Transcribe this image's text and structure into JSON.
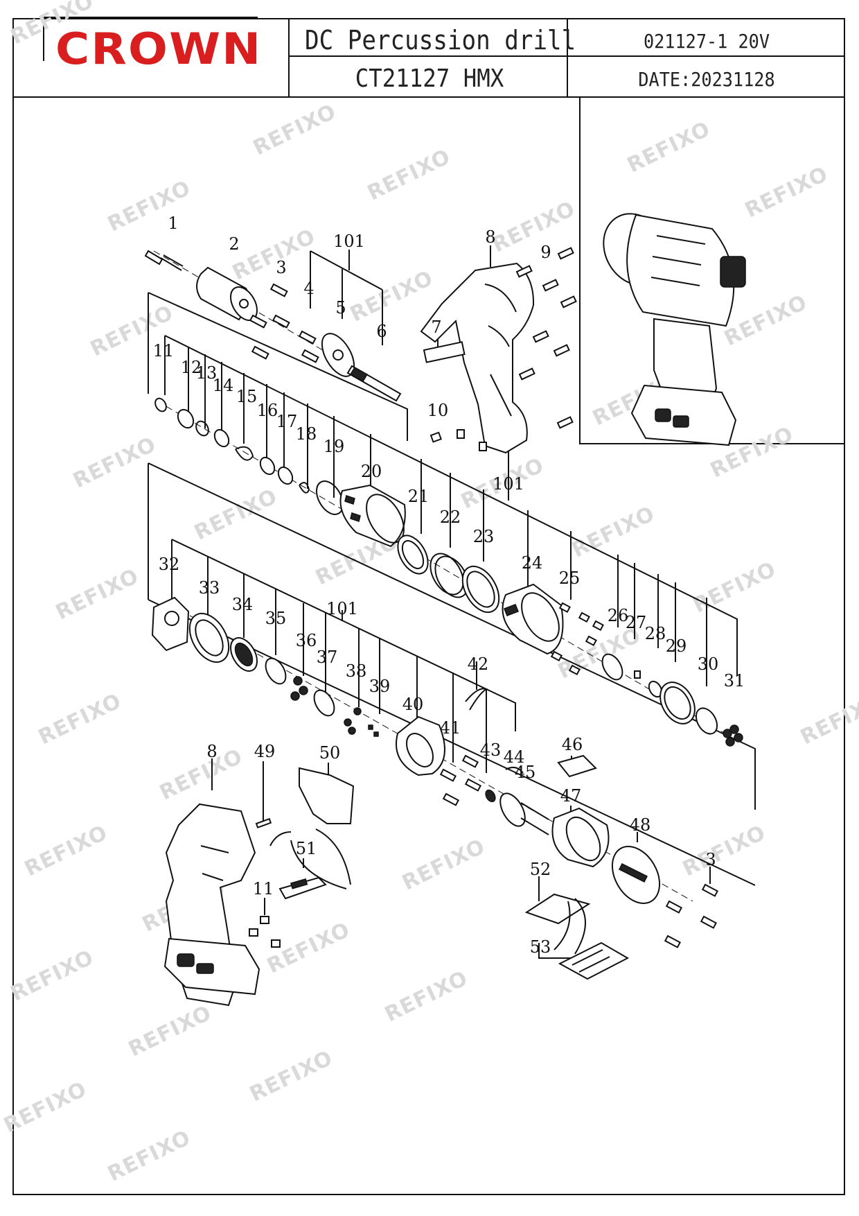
{
  "header": {
    "brand": "CROWN",
    "product_name": "DC Percussion drill",
    "model": "CT21127 HMX",
    "code": "021127-1  20V",
    "date": "DATE:20231128"
  },
  "watermark": "REFIXO",
  "colors": {
    "brand_red": "#d81e1e",
    "ink": "#111111",
    "watermark": "#d9d9d9"
  },
  "callouts": [
    "1",
    "2",
    "3",
    "4",
    "5",
    "6",
    "7",
    "8",
    "9",
    "10",
    "11",
    "12",
    "13",
    "14",
    "15",
    "16",
    "17",
    "18",
    "19",
    "20",
    "21",
    "22",
    "23",
    "24",
    "25",
    "26",
    "27",
    "28",
    "29",
    "30",
    "31",
    "32",
    "33",
    "34",
    "35",
    "36",
    "37",
    "38",
    "39",
    "40",
    "41",
    "42",
    "43",
    "44",
    "45",
    "46",
    "47",
    "48",
    "49",
    "50",
    "51",
    "52",
    "53",
    "101",
    "101",
    "101",
    "8",
    "11",
    "3"
  ]
}
